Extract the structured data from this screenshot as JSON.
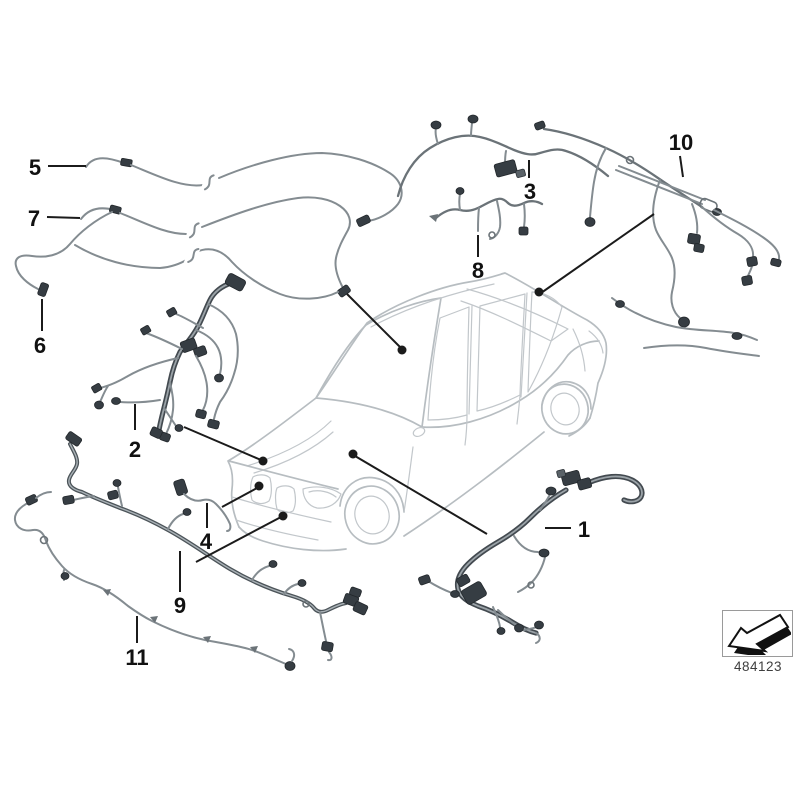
{
  "diagram": {
    "part_number": "484123",
    "icon_name": "direction-arrow-icon",
    "colors": {
      "background": "#ffffff",
      "car_outline": "#b7bdc1",
      "cable": "#848c91",
      "connector": "#363d43",
      "label_text": "#111111",
      "leader_line": "#1b1b1b",
      "ref_box_border": "#9a9a9a"
    },
    "callouts": [
      {
        "label": "1",
        "text": [
          584,
          529
        ],
        "line": [
          545,
          528,
          571,
          528
        ]
      },
      {
        "label": "2",
        "text": [
          135,
          449
        ],
        "line": [
          135,
          404,
          135,
          430
        ]
      },
      {
        "label": "3",
        "text": [
          530,
          191
        ],
        "line": [
          529,
          160,
          529,
          178
        ]
      },
      {
        "label": "4",
        "text": [
          206,
          541
        ],
        "line": [
          207,
          503,
          207,
          528
        ]
      },
      {
        "label": "5",
        "text": [
          35,
          167
        ],
        "line": [
          48,
          166,
          86,
          166
        ]
      },
      {
        "label": "6",
        "text": [
          40,
          345
        ],
        "line": [
          42,
          299,
          42,
          331
        ]
      },
      {
        "label": "7",
        "text": [
          34,
          218
        ],
        "line": [
          47,
          217,
          80,
          218
        ]
      },
      {
        "label": "8",
        "text": [
          478,
          270
        ],
        "line": [
          478,
          235,
          478,
          257
        ]
      },
      {
        "label": "9",
        "text": [
          180,
          605
        ],
        "line": [
          180,
          551,
          180,
          592
        ]
      },
      {
        "label": "10",
        "text": [
          681,
          142
        ],
        "line": [
          680,
          156,
          683,
          177
        ]
      },
      {
        "label": "11",
        "text": [
          137,
          657
        ],
        "line": [
          137,
          616,
          137,
          643
        ]
      }
    ],
    "pointers": [
      {
        "line": [
          347,
          294,
          401,
          348
        ],
        "dot": [
          402,
          350
        ]
      },
      {
        "line": [
          184,
          427,
          261,
          460
        ],
        "dot": [
          263,
          461
        ]
      },
      {
        "line": [
          222,
          507,
          257,
          488
        ],
        "dot": [
          259,
          486
        ]
      },
      {
        "line": [
          196,
          562,
          281,
          517
        ],
        "dot": [
          283,
          516
        ]
      },
      {
        "line": [
          487,
          534,
          355,
          456
        ],
        "dot": [
          353,
          454
        ]
      },
      {
        "line": [
          654,
          214,
          541,
          293
        ],
        "dot": [
          539,
          292
        ]
      }
    ]
  }
}
